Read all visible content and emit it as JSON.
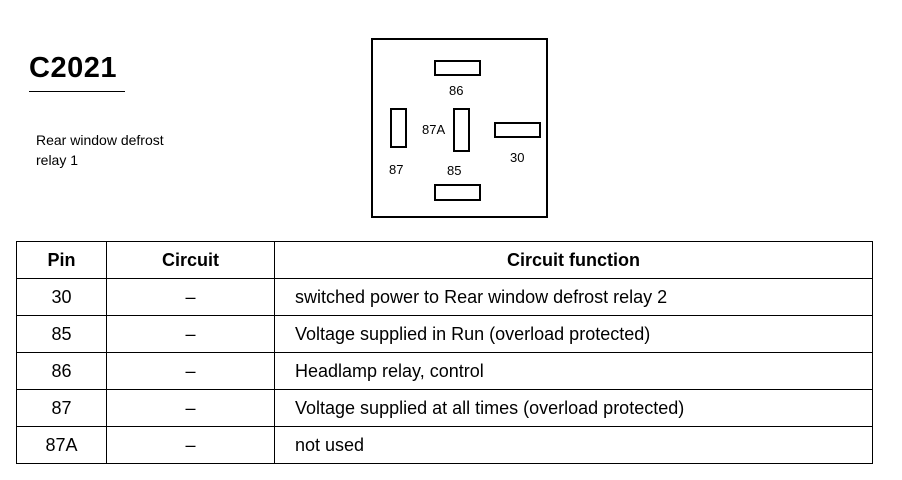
{
  "connector": {
    "id": "C2021",
    "description_lines": [
      "Rear window defrost",
      "relay 1"
    ]
  },
  "pin_diagram": {
    "labels": {
      "p86": "86",
      "p87A": "87A",
      "p30": "30",
      "p87": "87",
      "p85": "85"
    }
  },
  "table": {
    "headers": [
      "Pin",
      "Circuit",
      "Circuit function"
    ],
    "rows": [
      {
        "pin": "30",
        "circuit": "–",
        "function": "switched power to Rear window defrost relay 2"
      },
      {
        "pin": "85",
        "circuit": "–",
        "function": "Voltage supplied in Run (overload protected)"
      },
      {
        "pin": "86",
        "circuit": "–",
        "function": "Headlamp relay, control"
      },
      {
        "pin": "87",
        "circuit": "–",
        "function": "Voltage supplied at all times (overload protected)"
      },
      {
        "pin": "87A",
        "circuit": "–",
        "function": "not used"
      }
    ]
  }
}
